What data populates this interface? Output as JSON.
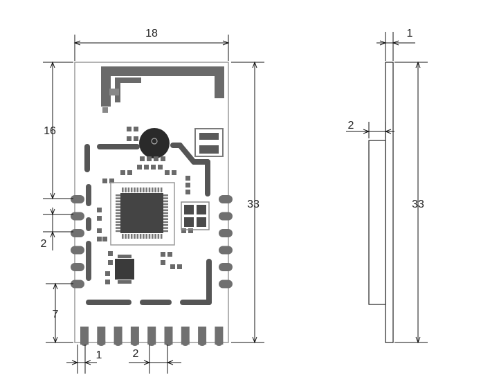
{
  "dimensions": {
    "width_top": "18",
    "height_left": "16",
    "pitch_left": "2",
    "bottom_left": "7",
    "height_right": "33",
    "pad_width": "1",
    "pad_pitch": "2",
    "side_thickness": "1",
    "side_offset": "2",
    "side_height": "33"
  },
  "colors": {
    "outline": "#9a9a9a",
    "trace": "#5a5a5a",
    "chip": "#4a4a4a",
    "pad": "#707070",
    "line": "#111111"
  }
}
